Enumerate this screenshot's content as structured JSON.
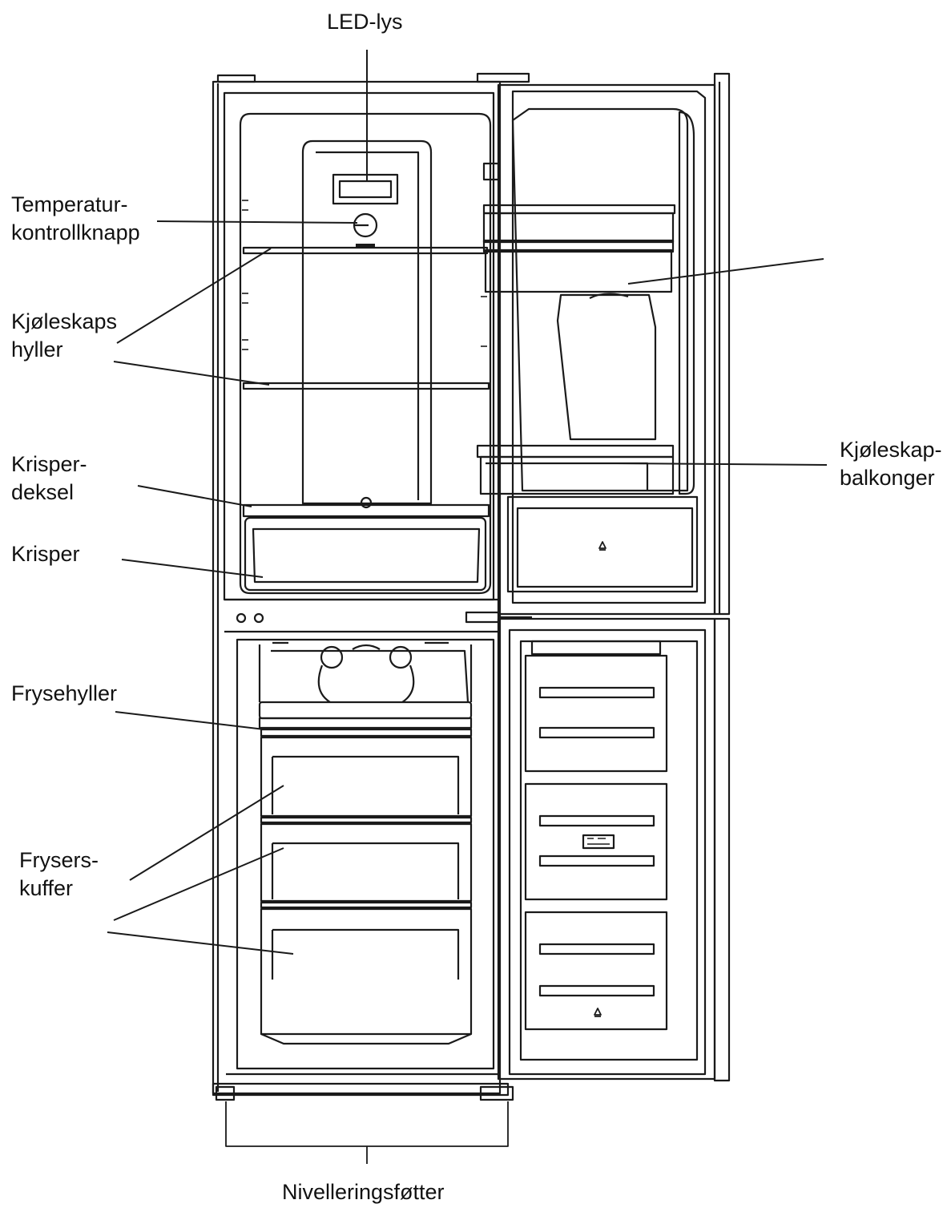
{
  "colors": {
    "line": "#1a1a1a",
    "background": "#ffffff",
    "panel": "#f4f4f4",
    "text": "#111111"
  },
  "labels": {
    "led": "LED-lys",
    "temp_line1": "Temperatur-",
    "temp_line2": "kontrollknapp",
    "shelves_line1": "Kjøleskaps",
    "shelves_line2": "hyller",
    "crisper_cover_line1": "Krisper-",
    "crisper_cover_line2": "deksel",
    "crisper": "Krisper",
    "freezer_shelves": "Frysehyller",
    "freezer_drawers_line1": "Frysers-",
    "freezer_drawers_line2": "kuffer",
    "balconies_line1": "Kjøleskap-",
    "balconies_line2": "balkonger",
    "feet": "Nivelleringsføtter"
  }
}
